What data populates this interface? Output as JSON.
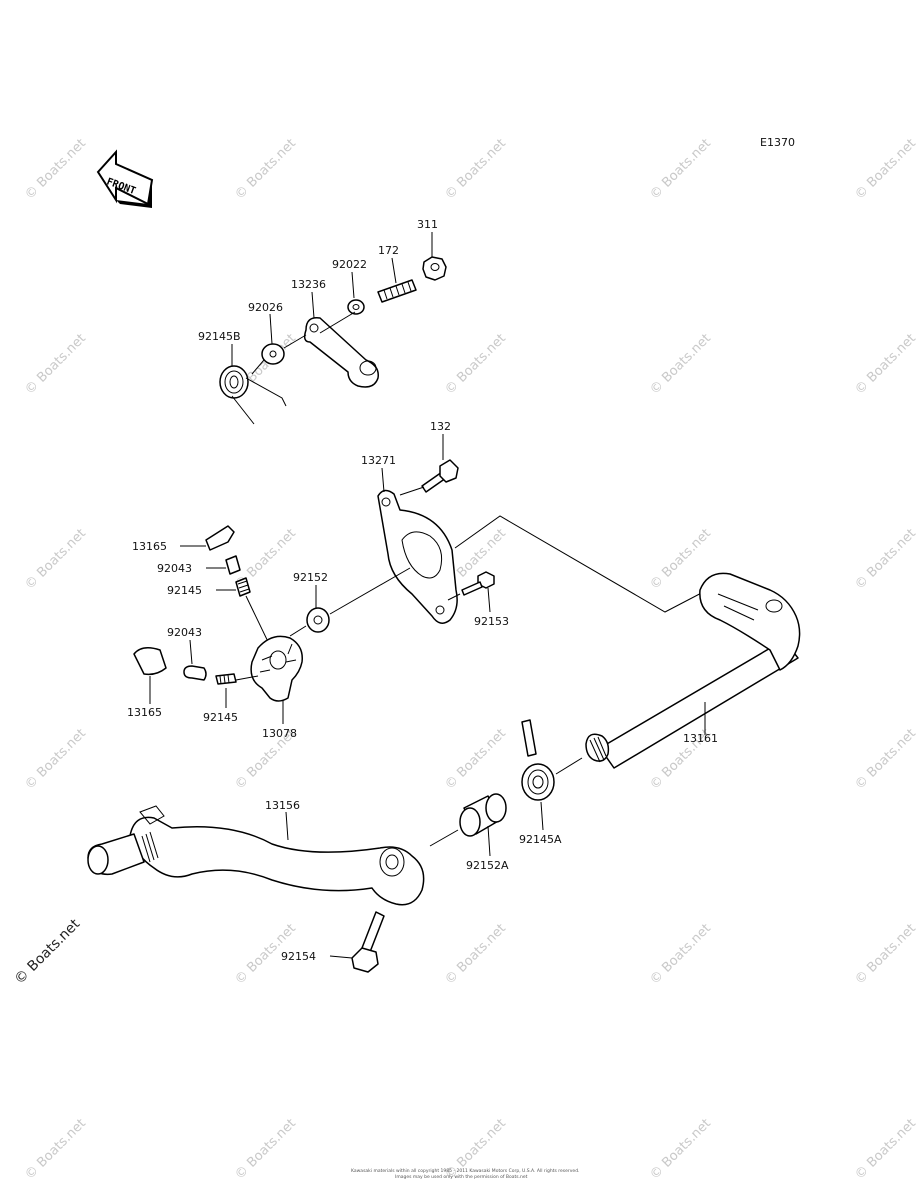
{
  "diagram_code": "E1370",
  "front_label": "FRONT",
  "watermark": "© Boats.net",
  "footer": {
    "line1": "Kawasaki materials within all copyright 1985 - 2011 Kawasaki Motors Corp, U.S.A. All rights reserved.",
    "line2": "Images may be used only with the permission of Boats.net"
  },
  "labels": {
    "p311": "311",
    "p172": "172",
    "p92022": "92022",
    "p13236": "13236",
    "p92026": "92026",
    "p92145B": "92145B",
    "p132": "132",
    "p13271": "13271",
    "p13165_top": "13165",
    "p92043_top": "92043",
    "p92145_top": "92145",
    "p92152": "92152",
    "p92153": "92153",
    "p92043_left": "92043",
    "p13165_left": "13165",
    "p92145_bottom": "92145",
    "p13078": "13078",
    "p13161": "13161",
    "p13156": "13156",
    "p92145A": "92145A",
    "p92152A": "92152A",
    "p92154": "92154"
  }
}
